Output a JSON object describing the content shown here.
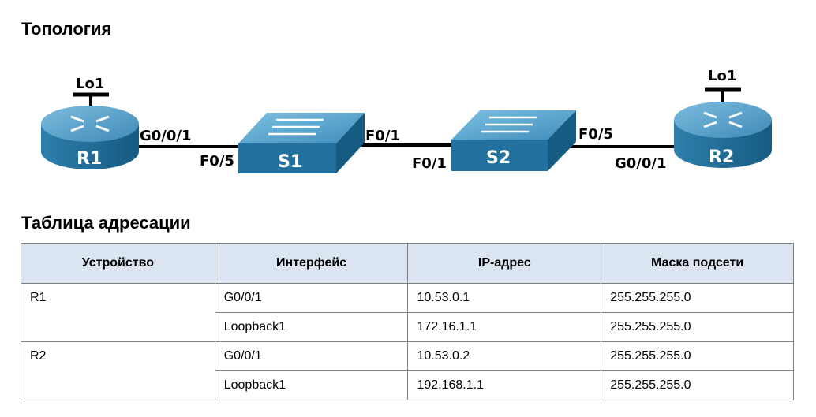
{
  "topology": {
    "heading": "Топология",
    "devices": {
      "r1": "R1",
      "r2": "R2",
      "s1": "S1",
      "s2": "S2",
      "r1_loopback": "Lo1",
      "r2_loopback": "Lo1"
    },
    "ports": {
      "r1_g": "G0/0/1",
      "s1_f05": "F0/5",
      "s1_f01": "F0/1",
      "s2_f01": "F0/1",
      "s2_f05": "F0/5",
      "r2_g": "G0/0/1"
    }
  },
  "addressing": {
    "heading": "Таблица адресации",
    "columns": [
      "Устройство",
      "Интерфейс",
      "IP-адрес",
      "Маска подсети"
    ],
    "rows": [
      {
        "device": "R1",
        "interface": "G0/0/1",
        "ip": "10.53.0.1",
        "mask": "255.255.255.0"
      },
      {
        "device": "",
        "interface": "Loopback1",
        "ip": "172.16.1.1",
        "mask": "255.255.255.0"
      },
      {
        "device": "R2",
        "interface": "G0/0/1",
        "ip": "10.53.0.2",
        "mask": "255.255.255.0"
      },
      {
        "device": "",
        "interface": "Loopback1",
        "ip": "192.168.1.1",
        "mask": "255.255.255.0"
      }
    ]
  },
  "colors": {
    "device_top": "#5ba3c9",
    "device_side": "#1f6f99",
    "header_fill": "#dbe5f1"
  }
}
